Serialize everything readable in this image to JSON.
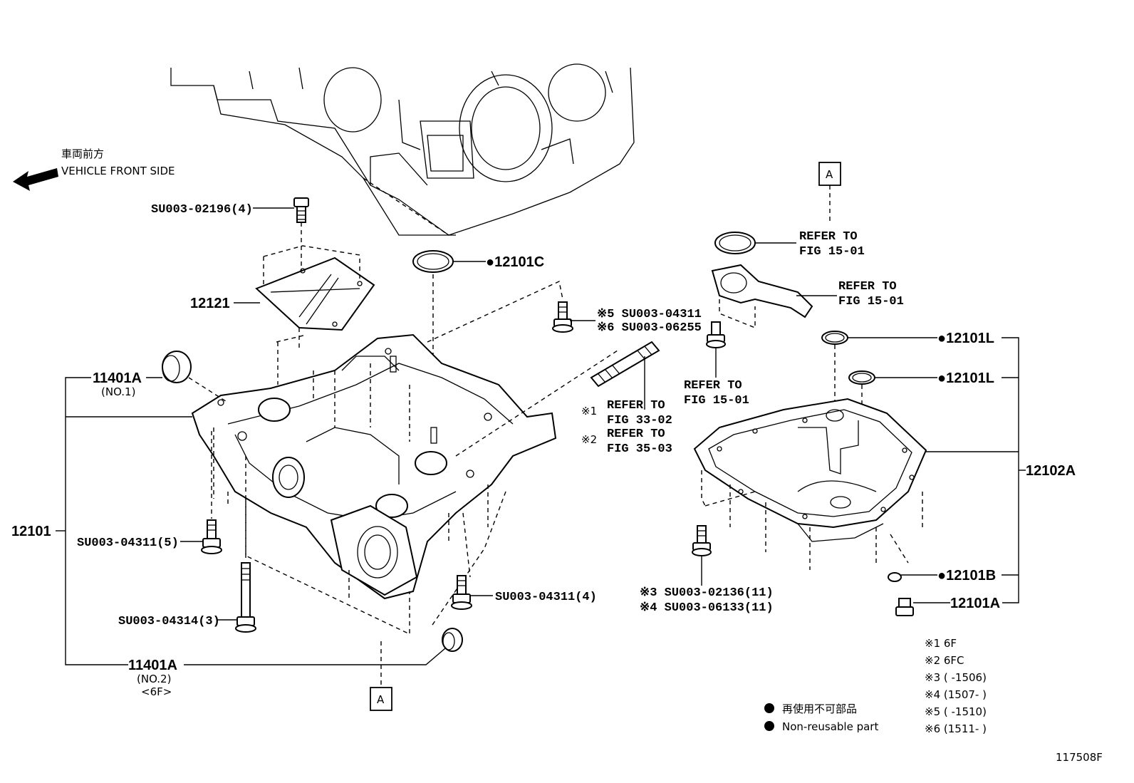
{
  "direction": {
    "jp": "車両前方",
    "en": "VEHICLE FRONT SIDE"
  },
  "bolts": {
    "top": "SU003-02196(4)",
    "left": "SU003-04311(5)",
    "long": "SU003-04314(3)",
    "bottom": "SU003-04311(4)",
    "stud_upper_5": "※5 SU003-04311",
    "stud_upper_6": "※6 SU003-06255",
    "pan_3": "※3 SU003-02136(11)",
    "pan_4": "※4 SU003-06133(11)"
  },
  "parts": {
    "p12121": "12121",
    "p12101C": "●12101C",
    "p11401A_top": "11401A",
    "p11401A_top_sub": "(NO.1)",
    "p12101": "12101",
    "p11401A_bot": "11401A",
    "p11401A_bot_sub1": "(NO.2)",
    "p11401A_bot_sub2": "<6F>",
    "p12101L_1": "●12101L",
    "p12101L_2": "●12101L",
    "p12102A": "12102A",
    "p12101B": "●12101B",
    "p12101A": "12101A"
  },
  "refs": {
    "r1a": "REFER TO",
    "r1b": "FIG 15-01",
    "r2a": "REFER TO",
    "r2b": "FIG 15-01",
    "r3a": "REFER TO",
    "r3b": "FIG 15-01",
    "r4a": "REFER TO",
    "r4b": "FIG 33-02",
    "r5a": "REFER TO",
    "r5b": "FIG 35-03",
    "m1": "※1",
    "m2": "※2"
  },
  "box_a_top": "A",
  "box_a_bottom": "A",
  "notes": [
    "※1 6F",
    "※2 6FC",
    "※3 (      -1506)",
    "※4 (1507-      )",
    "※5 (      -1510)",
    "※6 (1511-      )"
  ],
  "legend": {
    "jp": "再使用不可部品",
    "en": "Non-reusable part"
  },
  "figure_id": "117508F"
}
